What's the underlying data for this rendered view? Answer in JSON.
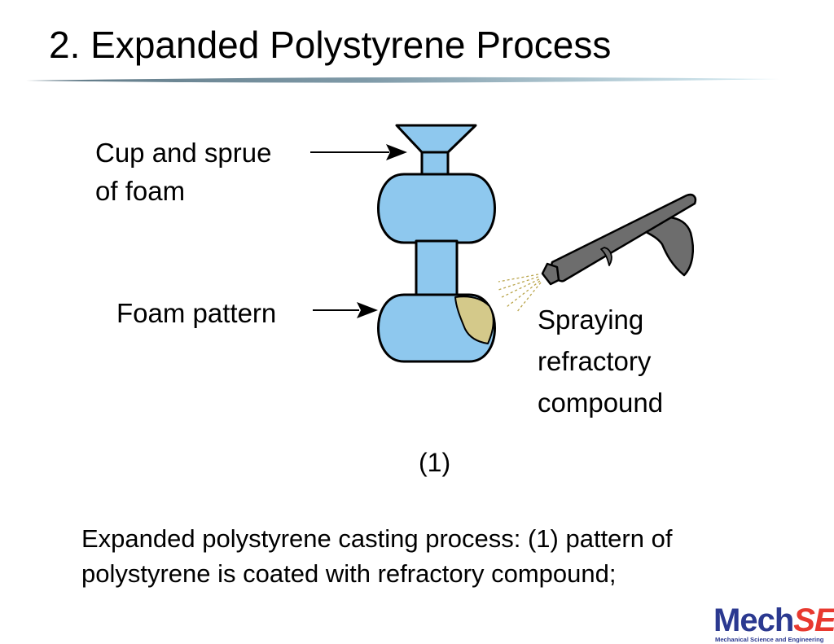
{
  "slide": {
    "title": "2. Expanded Polystyrene Process"
  },
  "diagram": {
    "labels": {
      "cup": [
        "Cup and sprue",
        "of foam"
      ],
      "pattern": [
        "Foam pattern"
      ],
      "spray": [
        "Spraying",
        "refractory",
        "compound"
      ]
    },
    "step": "(1)",
    "colors": {
      "foam": "#8ec8ee",
      "coating": "#d4c98a",
      "gun": "#6d6d6d",
      "outline": "#000000"
    }
  },
  "caption": {
    "lines": [
      "Expanded polystyrene casting process: (1) pattern of",
      "polystyrene is coated with refractory compound;"
    ]
  },
  "logo": {
    "mech": "Mech",
    "se": "SE",
    "subtitle": "Mechanical Science and Engineering"
  }
}
